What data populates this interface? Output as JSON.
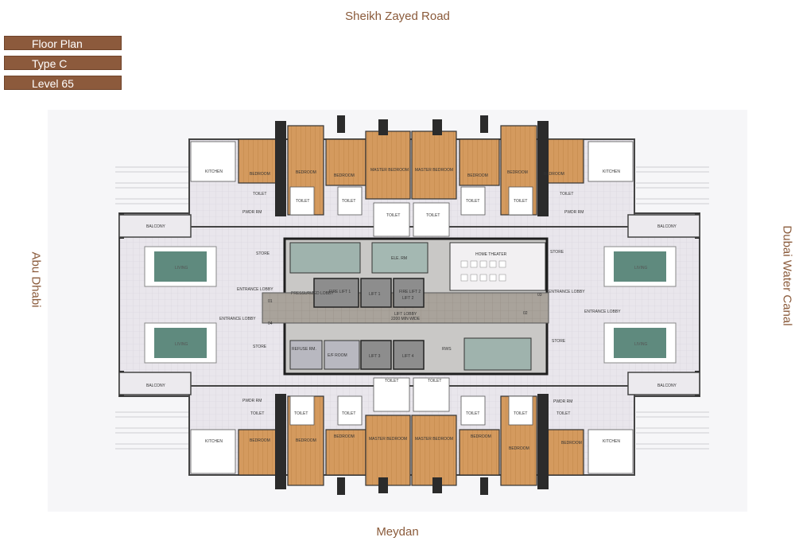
{
  "compass": {
    "north": "Sheikh Zayed Road",
    "south": "Meydan",
    "west": "Abu Dhabi",
    "east": "Dubai Water Canal"
  },
  "tags": [
    "Floor Plan",
    "Type C",
    "Level 65"
  ],
  "rooms": {
    "kitchen": "KITCHEN",
    "bedroom": "BEDROOM",
    "master_bedroom": "MASTER BEDROOM",
    "toilet": "TOILET",
    "pwdr_rm": "PWDR RM",
    "balcony": "BALCONY",
    "living": "LIVING",
    "store": "STORE",
    "entrance_lobby": "ENTRANCE LOBBY",
    "elec_rm": "ELE. RM",
    "home_theater": "HOME THEATER",
    "pressurized_lobby": "PRESSURIZED LOBBY",
    "fire_lift_1": "FIRE LIFT 1",
    "lift_1": "LIFT 1",
    "fire_lift_2": "FIRE LIFT 2",
    "lift_2": "LIFT 2",
    "lift_3": "LIFT 3",
    "lift_4": "LIFT 4",
    "lift_lobby": "LIFT LOBBY",
    "lift_lobby_note": "2200 MIN WIDE",
    "refuse_rm": "REFUSE RM.",
    "ef_room": "E/F ROOM",
    "rws": "RWS",
    "unit_01": "01",
    "unit_02": "02",
    "unit_03": "03",
    "unit_04": "04"
  }
}
